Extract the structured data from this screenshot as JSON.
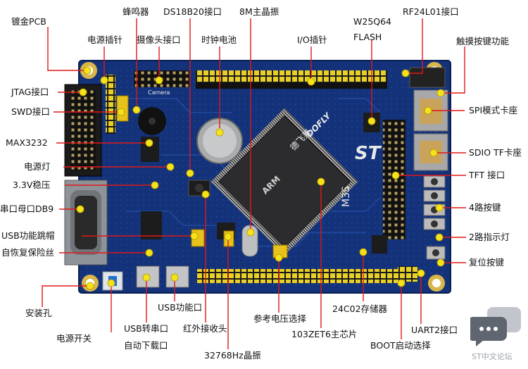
{
  "labels": {
    "plated_pcb": "镀金PCB",
    "buzzer": "蜂鸣器",
    "ds18b20": "DS18B20接口",
    "crystal_8m": "8M主晶振",
    "w25q64_line1": "W25Q64",
    "w25q64_line2": "FLASH",
    "rf24l01": "RF24L01接口",
    "power_pin": "电源插针",
    "camera": "摄像头接口",
    "clock_battery": "时钟电池",
    "io_pins": "I/O插针",
    "touch_key": "触摸按键功能",
    "jtag": "JTAG接口",
    "swd": "SWD接口",
    "spi_card": "SPI模式卡座",
    "max3232": "MAX3232",
    "sdio_card": "SDIO TF卡座",
    "power_led": "电源灯",
    "tft": "TFT 接口",
    "ldo_33": "3.3V稳压",
    "db9": "串口母口DB9",
    "keys4": "4路按键",
    "usb_jumper": "USB功能跳帽",
    "leds2": "2路指示灯",
    "fuse": "自恢复保险丝",
    "reset_key": "复位按键",
    "mount_hole": "安装孔",
    "usb_func": "USB功能口",
    "vref": "参考电压选择",
    "eeprom": "24C02存储器",
    "uart2": "UART2接口",
    "power_switch": "电源开关",
    "usb_serial_line1": "USB转串口",
    "usb_serial_line2": "自动下载口",
    "ir_receiver": "红外接收头",
    "mcu": "103ZET6主芯片",
    "boot_select": "BOOT启动选择",
    "crystal_32k": "32768Hz晶振"
  },
  "board_marks": {
    "brand": "DOFLY",
    "brand_cn": "德飞莱",
    "model": "M3S",
    "chip_brand": "ARM",
    "st_logo": "ST",
    "camera_silk": "Camera"
  },
  "watermark": {
    "icon": "chat-bubbles-icon",
    "text": "ST中文论坛"
  },
  "colors": {
    "pcb": "#13327a",
    "pcb_dark": "#0c2358",
    "gold": "#d9b64a",
    "pin_yellow": "#e8d028",
    "callout": "#e01818",
    "marker": "#f4e21a"
  }
}
